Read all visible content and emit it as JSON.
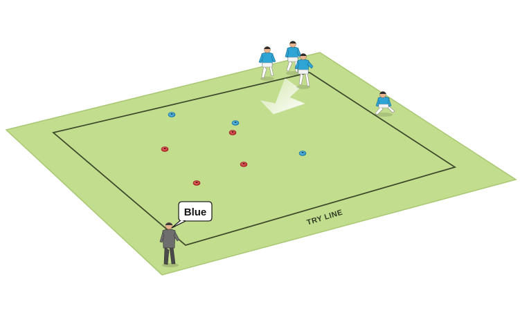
{
  "diagram": {
    "try_line_label": "TRY LINE",
    "coach_callout": "Blue",
    "colors": {
      "field": "#c3dd8e",
      "field_edge": "#a9c873",
      "pitch_lines": "#3e4a2c",
      "blue_team": "#2fa5d6",
      "red_marker": "#d83a3a",
      "blue_marker": "#2fa8dc",
      "coach": "#6e6e6e",
      "arrow": "#ffffff"
    },
    "markers": [
      {
        "color": "blue"
      },
      {
        "color": "blue"
      },
      {
        "color": "red"
      },
      {
        "color": "red"
      },
      {
        "color": "blue"
      },
      {
        "color": "red"
      },
      {
        "color": "red"
      }
    ],
    "players": [
      {
        "team": "blue",
        "role": "attacker"
      },
      {
        "team": "blue",
        "role": "attacker"
      },
      {
        "team": "blue",
        "role": "attacker"
      },
      {
        "team": "blue",
        "role": "defender"
      }
    ]
  }
}
